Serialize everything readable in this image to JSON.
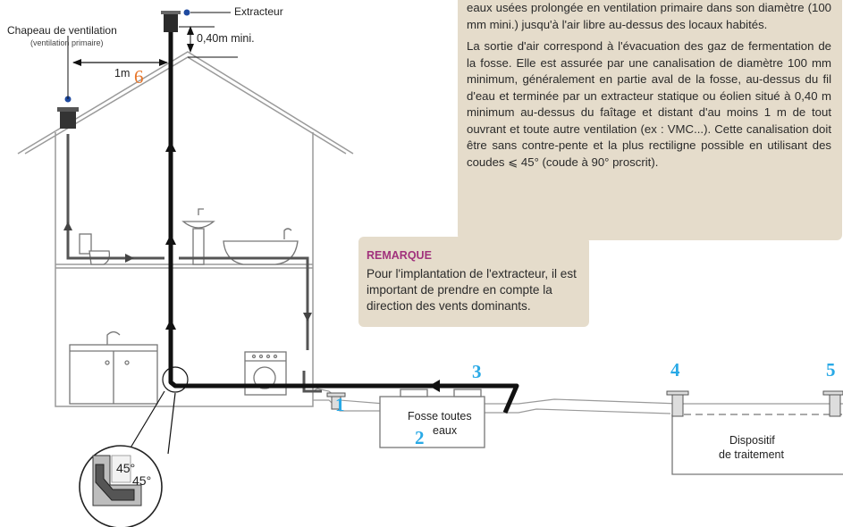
{
  "labels": {
    "chapeau_title": "Chapeau de ventilation",
    "chapeau_sub": "(ventilation primaire)",
    "extracteur": "Extracteur",
    "height_min": "0,40m mini.",
    "distance": "1m",
    "fosse_line1": "Fosse toutes",
    "fosse_line2": "eaux",
    "dispositif_line1": "Dispositif",
    "dispositif_line2": "de traitement",
    "angle_a": "45°",
    "angle_b": "45°"
  },
  "markers": [
    "1",
    "2",
    "3",
    "4",
    "5",
    "6"
  ],
  "info_box": {
    "paragraph1": "eaux usées prolongée en ventilation primaire dans son diamètre (100 mm mini.) jusqu'à l'air libre au-dessus des locaux habités.",
    "paragraph2": "La sortie d'air correspond à l'évacuation des gaz de fermentation de la fosse. Elle est assurée par une canalisation de diamètre 100 mm minimum, généralement en partie aval de la fosse, au-dessus du fil d'eau et terminée par un extracteur statique ou éolien situé à 0,40 m minimum au-dessus du faîtage et distant d'au moins 1 m de tout ouvrant et toute autre ventilation (ex : VMC...). Cette canalisation doit être sans contre-pente et la plus rectiligne possible en utilisant des coudes ⩽ 45° (coude à 90° proscrit)."
  },
  "remark_box": {
    "title": "REMARQUE",
    "text": "Pour l'implantation de l'extracteur, il est important de prendre en compte la direction des vents dominants."
  },
  "colors": {
    "note_bg": "#e5dccb",
    "marker_blue": "#29a9e6",
    "marker_orange": "#e8762a",
    "remark_title": "#a1327c",
    "pipe_dark": "#111111",
    "pipe_grey": "#555555",
    "house_line": "#9a9a9a"
  }
}
